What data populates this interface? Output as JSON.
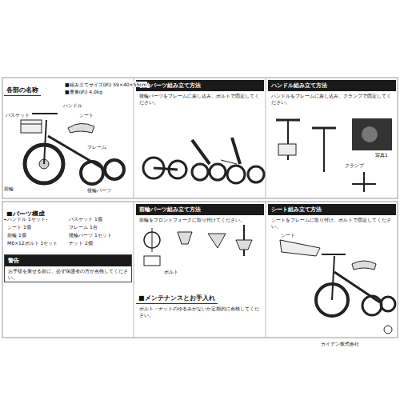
{
  "diagram": {
    "nodes": [
      {
        "text": [
          "各部の名称"
        ]
      },
      {
        "text": [
          "後輪パーツ組み立て方法",
          "後輪パーツをフレームに差し込み、ボルトで固定してください。"
        ]
      },
      {
        "text": [
          "ハンドル組み立て方法",
          "ハンドルをフレームに差し込み、クランプで固定してください。"
        ]
      },
      {
        "text": [
          "■パーツ構成"
        ]
      },
      {
        "text": [
          "警告",
          "お子様を乗せる前に、必ず保護者の方が点検してください。"
        ]
      },
      {
        "text": [
          "前輪パーツ組み立て方法",
          "前輪をフロントフォークに取り付けてください。"
        ]
      },
      {
        "text": [
          "■メンテナンスとお手入れ",
          "ボルト・ナットのゆるみがないか定期的に点検してください。"
        ]
      },
      {
        "text": [
          "シート組み立て方法",
          "シートをフレームに取り付け、ボルトで固定してください。"
        ]
      }
    ],
    "labels": [
      "■組み立てサイズ(約) 59×40×55cm",
      "■重量(約) 4.0kg",
      "ハンドル",
      "シート",
      "バスケット",
      "フレーム",
      "前輪",
      "後輪パーツ",
      "写真1",
      "クランプ",
      "ボルト",
      "ハンドル 1セット",
      "バスケット 1個",
      "シート 1個",
      "フレーム 1台",
      "前輪 1個",
      "後輪パーツ 1セット",
      "M6×12ボルト 1セット",
      "ナット 2個",
      "シート",
      "カイデン株式会社"
    ]
  }
}
